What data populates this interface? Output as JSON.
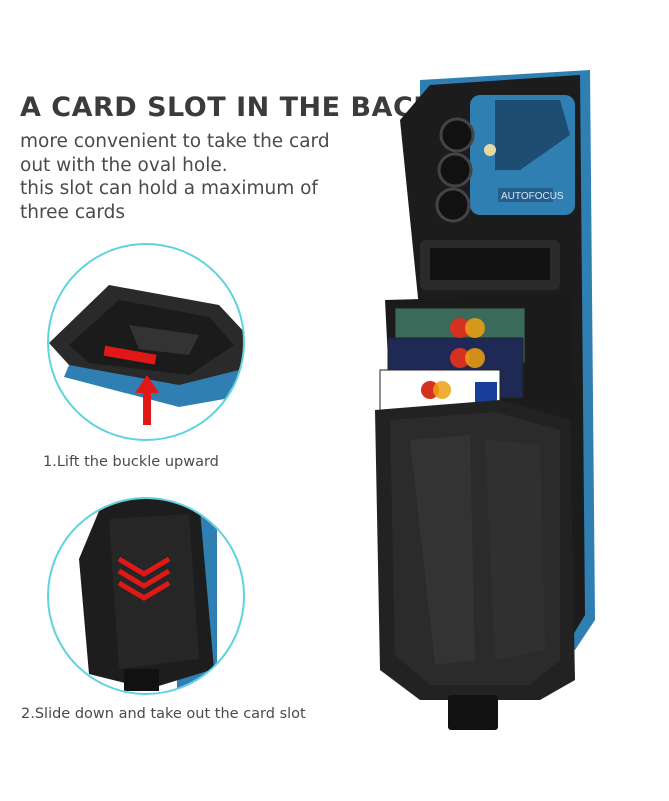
{
  "headline": "A CARD SLOT IN THE BACK",
  "description_lines": [
    "more convenient to take the card",
    "out with the oval hole.",
    "this slot can hold a maximum of",
    "three cards"
  ],
  "step1_caption": "1.Lift the buckle upward",
  "step2_caption": "2.Slide down and take out the card slot",
  "camera_label": "AUTOFOCUS",
  "colors": {
    "accent_blue": "#2f7fb3",
    "circle_border": "#5fd3dd",
    "arrow_red": "#e01818",
    "case_black": "#1a1a1a"
  }
}
